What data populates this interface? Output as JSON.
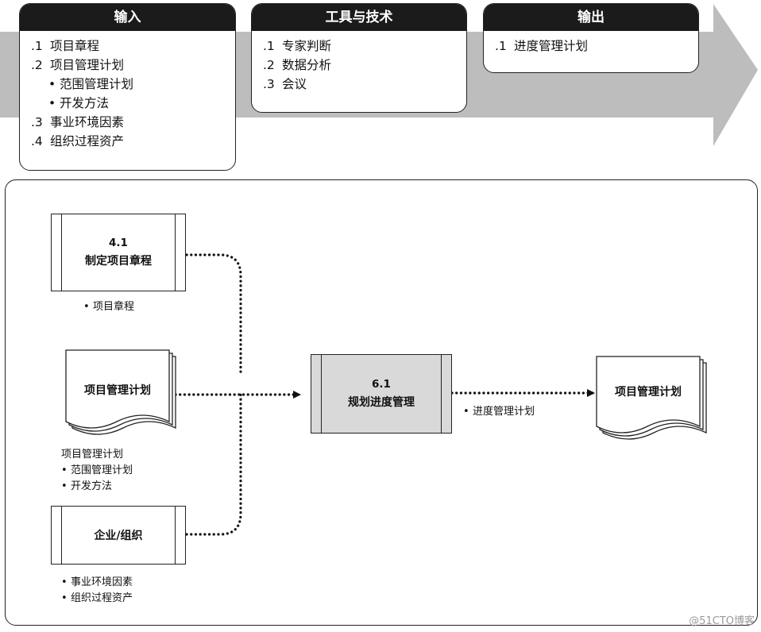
{
  "inputs": {
    "title": "输入",
    "items": [
      {
        "num": ".1",
        "label": "项目章程"
      },
      {
        "num": ".2",
        "label": "项目管理计划"
      },
      {
        "bullet": "•",
        "label": "范围管理计划"
      },
      {
        "bullet": "•",
        "label": "开发方法"
      },
      {
        "num": ".3",
        "label": "事业环境因素"
      },
      {
        "num": ".4",
        "label": "组织过程资产"
      }
    ]
  },
  "tools": {
    "title": "工具与技术",
    "items": [
      {
        "num": ".1",
        "label": "专家判断"
      },
      {
        "num": ".2",
        "label": "数据分析"
      },
      {
        "num": ".3",
        "label": "会议"
      }
    ]
  },
  "outputs": {
    "title": "输出",
    "items": [
      {
        "num": ".1",
        "label": "进度管理计划"
      }
    ]
  },
  "diagram": {
    "charter_process": {
      "number": "4.1",
      "name": "制定项目章程"
    },
    "charter_note": "项目章程",
    "pmp_doc": "项目管理计划",
    "pmp_note": {
      "title": "项目管理计划",
      "items": [
        "范围管理计划",
        "开发方法"
      ]
    },
    "enterprise": "企业/组织",
    "enterprise_note": [
      "事业环境因素",
      "组织过程资产"
    ],
    "center_process": {
      "number": "6.1",
      "name": "规划进度管理"
    },
    "output_note": "进度管理计划",
    "output_doc": "项目管理计划",
    "bullet": "•"
  },
  "watermark": "@51CTO博客"
}
